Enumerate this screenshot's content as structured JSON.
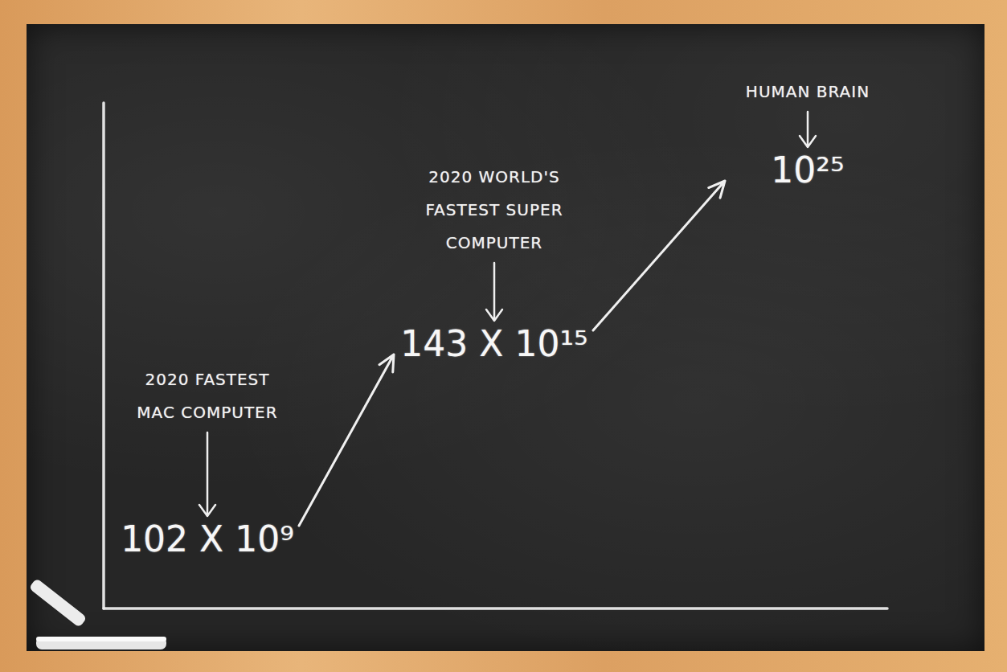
{
  "diagram": {
    "nodes": [
      {
        "text": [
          "2020 FASTEST MAC COMPUTER",
          "102 X 10⁹"
        ]
      },
      {
        "text": [
          "2020 WORLD'S FASTEST SUPER COMPUTER",
          "143 X 10¹⁵"
        ]
      },
      {
        "text": [
          "HUMAN BRAIN",
          "10²⁵"
        ]
      }
    ],
    "edges": [
      {
        "from": 0,
        "to": 1,
        "arrow": "to"
      },
      {
        "from": 1,
        "to": 2,
        "arrow": "to"
      }
    ]
  }
}
